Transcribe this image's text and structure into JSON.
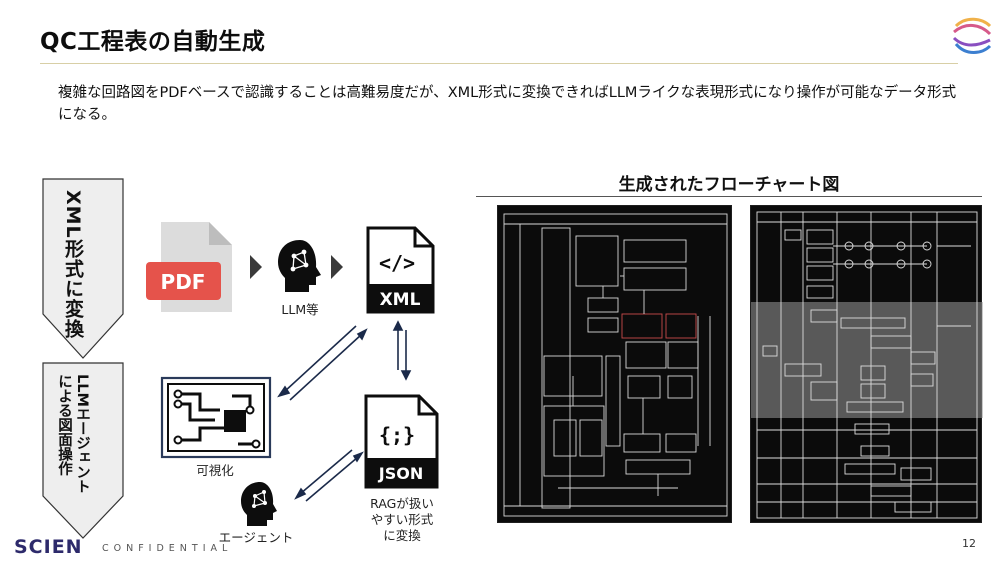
{
  "slide": {
    "title": "QC工程表の自動生成",
    "subtitle": "複雑な回路図をPDFベースで認識することは高難易度だが、XML形式に変換できればLLMライクな表現形式になり操作が可能なデータ形式になる。",
    "page_number": "12"
  },
  "banners": {
    "xml_conversion": "XML形式に変換",
    "llm_agent_line1": "LLMエージェント",
    "llm_agent_line2": "による図面操作"
  },
  "flow": {
    "pdf_icon_text": "PDF",
    "llm_label": "LLM等",
    "xml_icon_text": "XML",
    "xml_glyph": "</>",
    "json_icon_text": "JSON",
    "json_glyph": "{;}",
    "visualize_label": "可視化",
    "agent_label": "エージェント",
    "rag_label_line1": "RAGが扱い",
    "rag_label_line2": "やすい形式",
    "rag_label_line3": "に変換"
  },
  "right_panel": {
    "title": "生成されたフローチャート図"
  },
  "footer": {
    "brand": "SCIEN",
    "confidential": "CONFIDENTIAL"
  },
  "colors": {
    "accent_line": "#d8cfa6",
    "pdf_red": "#e5534b",
    "brand_navy": "#2d2a6b",
    "banner_fill": "#eeeeee",
    "chart_bg": "#0b0b0b"
  }
}
